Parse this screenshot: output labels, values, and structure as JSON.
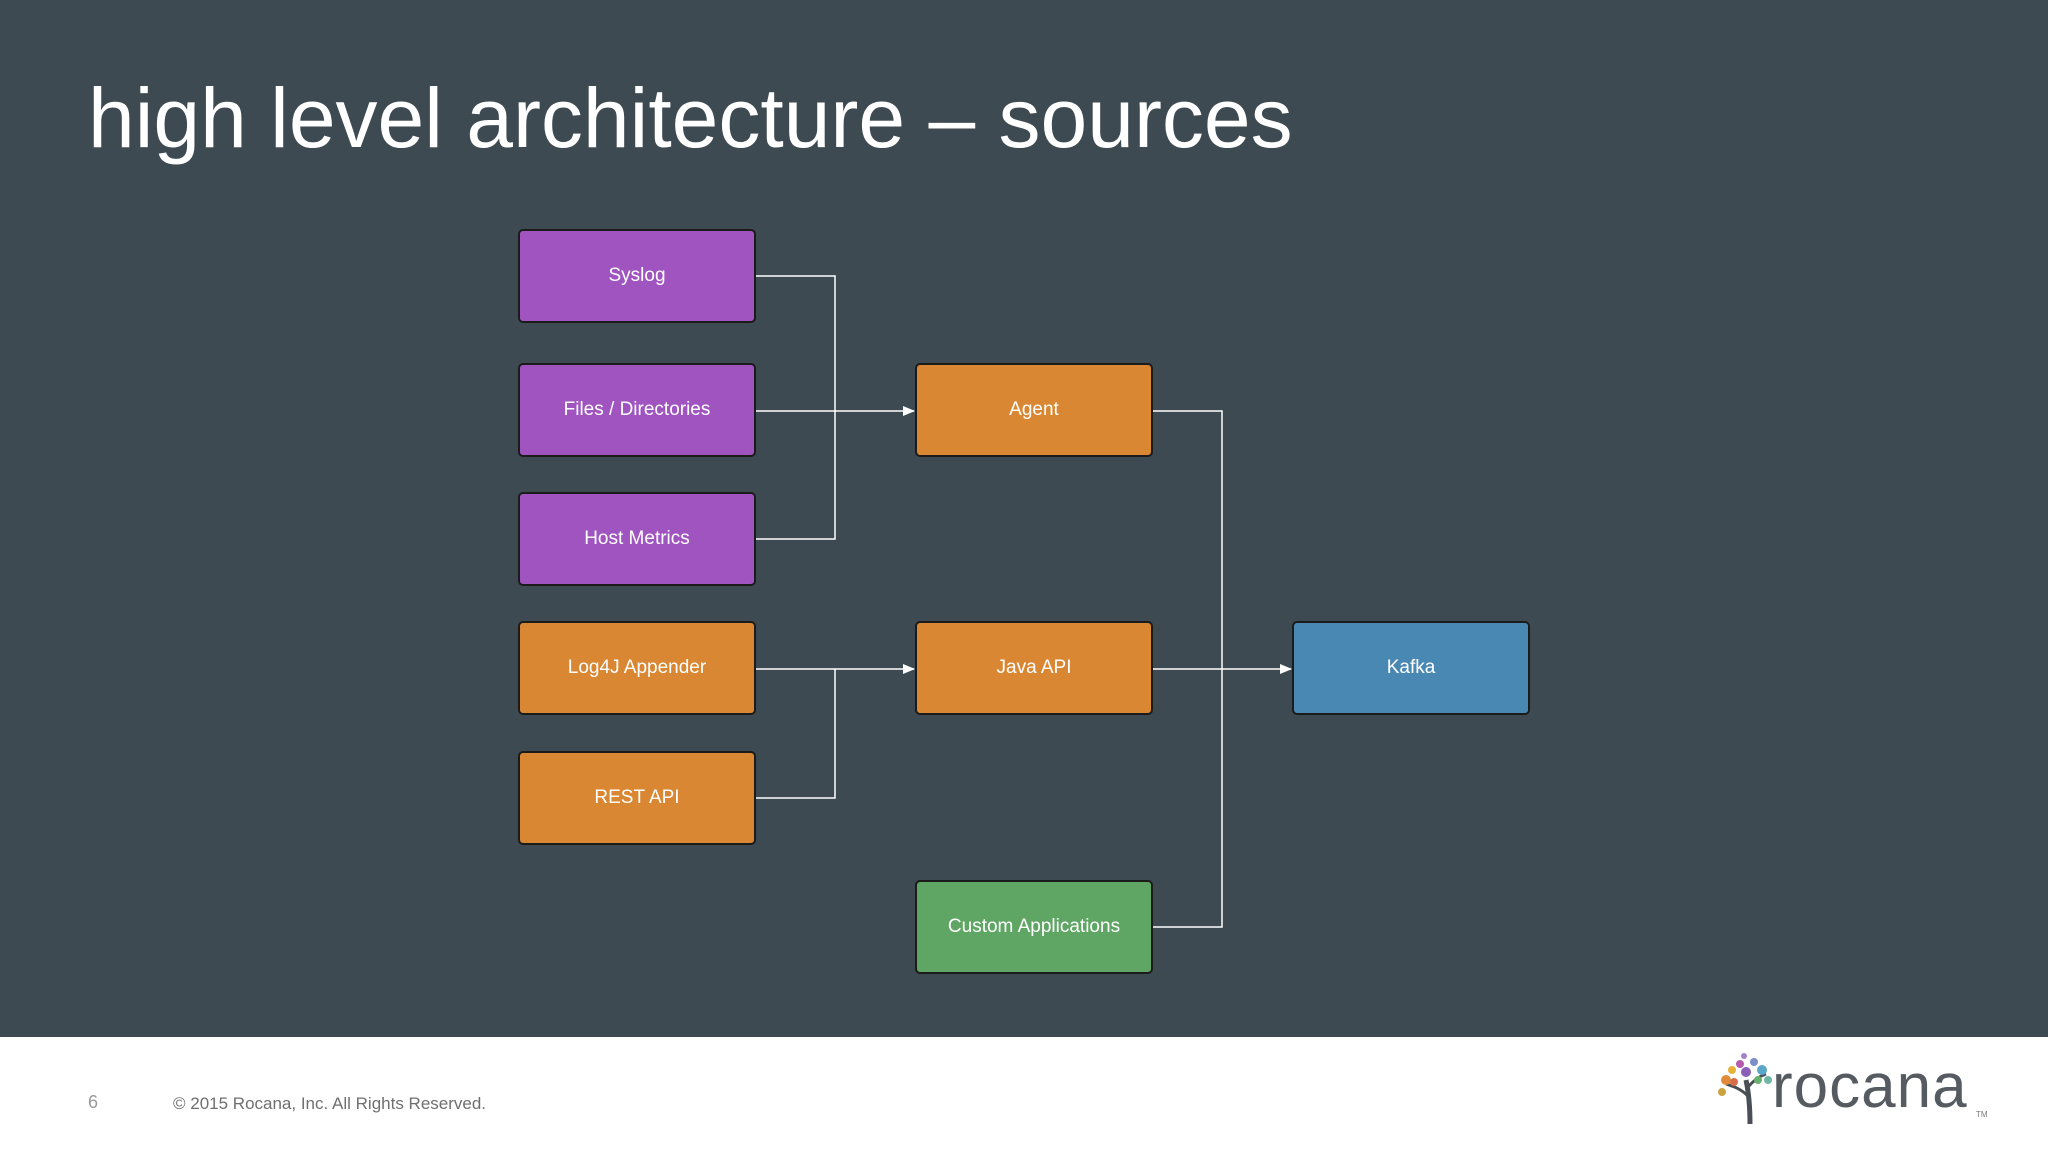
{
  "slide": {
    "title": "high level architecture – sources"
  },
  "diagram": {
    "nodes": [
      {
        "id": "syslog",
        "label": "Syslog",
        "color": "#a054c0"
      },
      {
        "id": "files",
        "label": "Files / Directories",
        "color": "#a054c0"
      },
      {
        "id": "host_metrics",
        "label": "Host Metrics",
        "color": "#a054c0"
      },
      {
        "id": "log4j",
        "label": "Log4J Appender",
        "color": "#d98732"
      },
      {
        "id": "rest_api",
        "label": "REST API",
        "color": "#d98732"
      },
      {
        "id": "agent",
        "label": "Agent",
        "color": "#d98732"
      },
      {
        "id": "java_api",
        "label": "Java API",
        "color": "#d98732"
      },
      {
        "id": "custom_apps",
        "label": "Custom Applications",
        "color": "#5fa664"
      },
      {
        "id": "kafka",
        "label": "Kafka",
        "color": "#4a88b4"
      }
    ],
    "edges": [
      {
        "from": "syslog",
        "to": "agent"
      },
      {
        "from": "files",
        "to": "agent"
      },
      {
        "from": "host_metrics",
        "to": "agent"
      },
      {
        "from": "log4j",
        "to": "java_api"
      },
      {
        "from": "rest_api",
        "to": "java_api"
      },
      {
        "from": "agent",
        "to": "kafka"
      },
      {
        "from": "java_api",
        "to": "kafka"
      },
      {
        "from": "custom_apps",
        "to": "kafka"
      }
    ]
  },
  "footer": {
    "page_number": "6",
    "copyright": "© 2015 Rocana, Inc. All Rights Reserved."
  },
  "logo": {
    "text": "rocana",
    "tm": "TM"
  }
}
